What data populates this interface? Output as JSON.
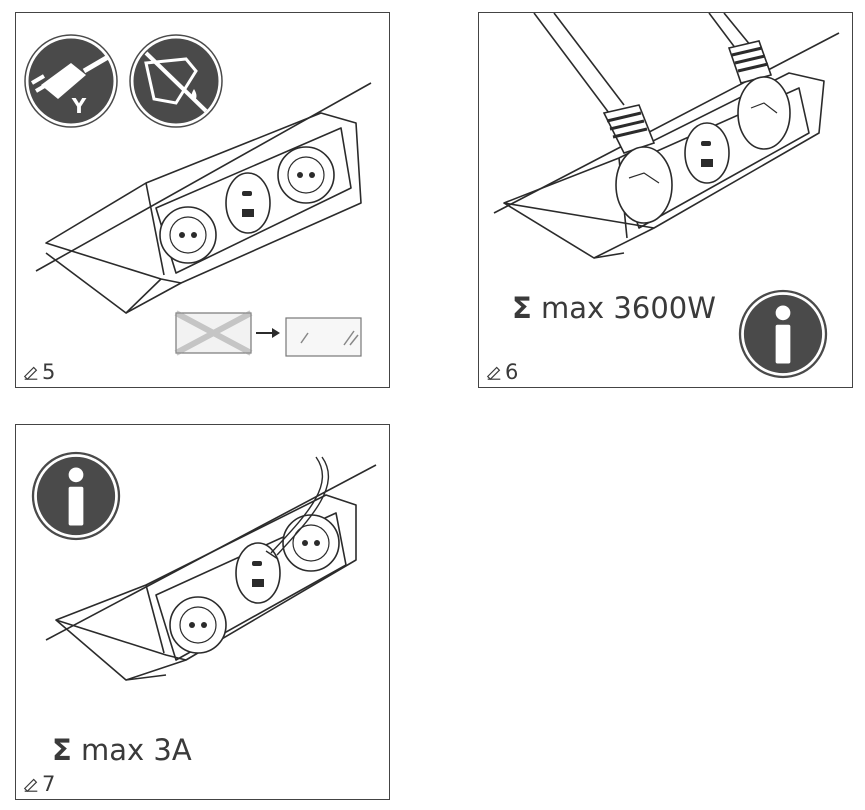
{
  "colors": {
    "border": "#444444",
    "line": "#2b2b2b",
    "badge_fill": "#4a4a4a",
    "badge_ring": "#ffffff",
    "text": "#3a3a3a"
  },
  "icons": [
    "plug-y-icon",
    "no-liquid-cleaner-icon",
    "glass-clean-icon",
    "info-icon",
    "pencil-icon"
  ],
  "panels": [
    {
      "id": "5",
      "step": "5"
    },
    {
      "id": "6",
      "step": "6",
      "sigma": "Σ",
      "rating": "max 3600W"
    },
    {
      "id": "7",
      "step": "7",
      "sigma": "Σ",
      "rating": "max 3A"
    }
  ],
  "plug_icon": {
    "letter": "Y"
  }
}
